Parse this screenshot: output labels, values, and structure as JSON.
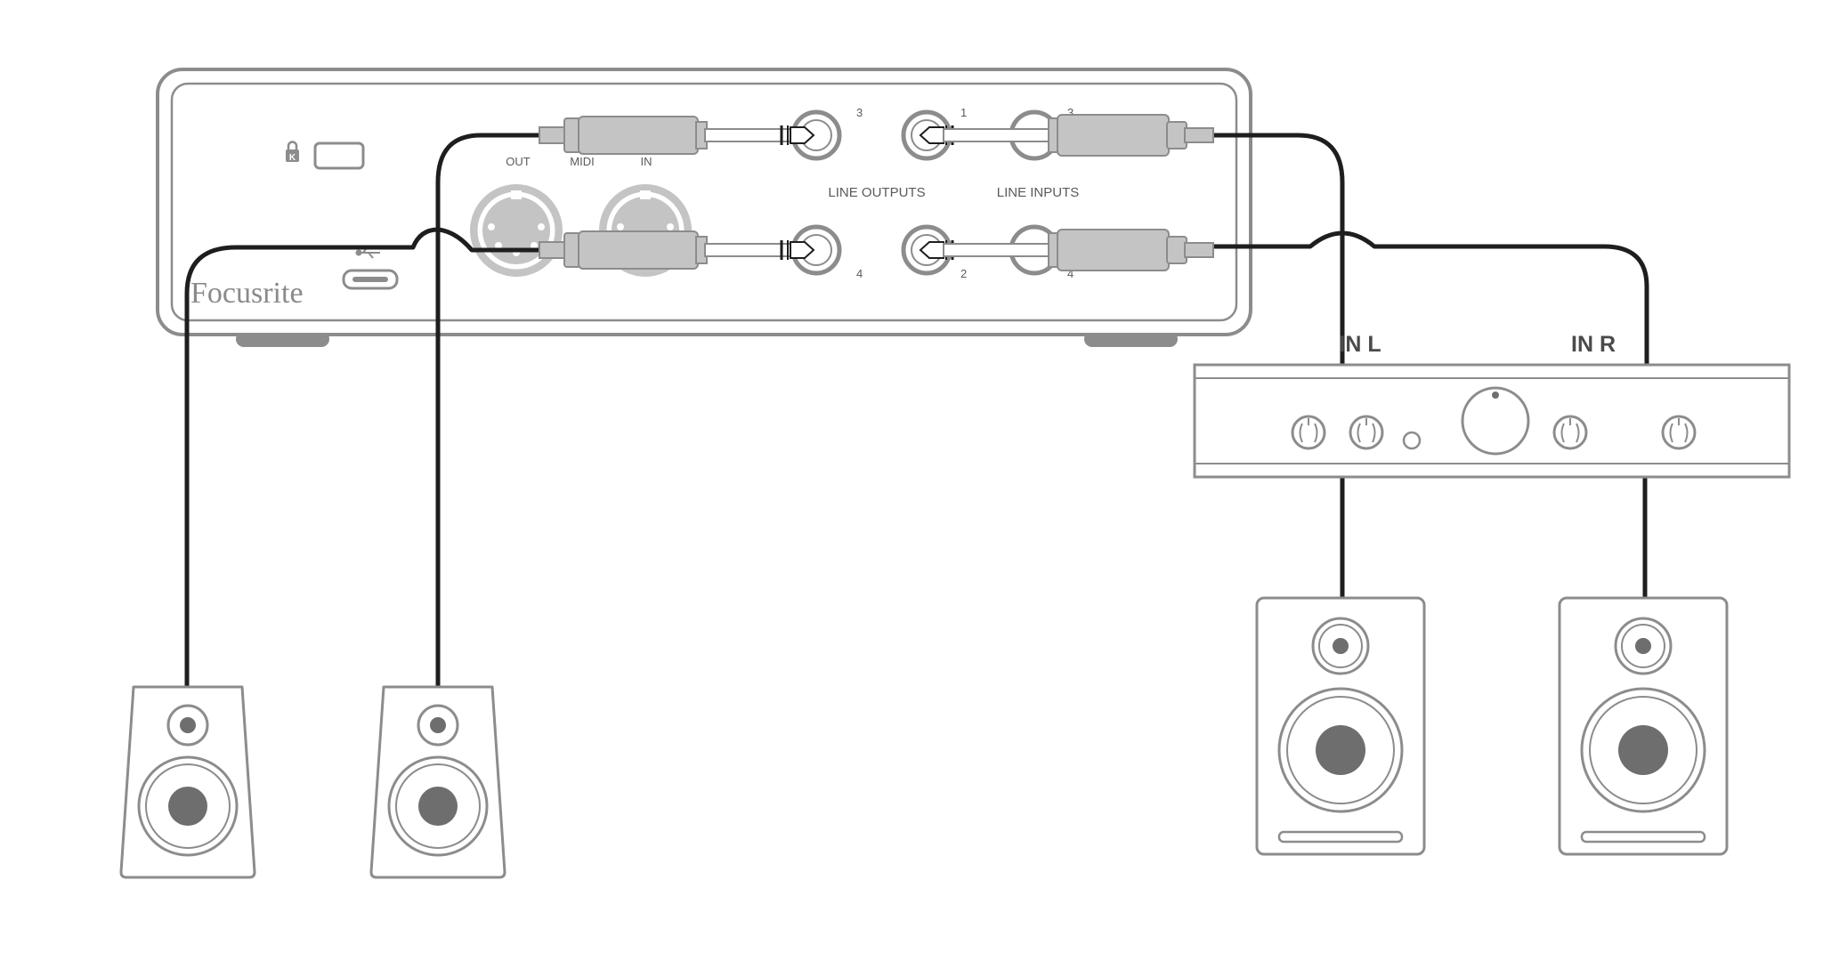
{
  "interface": {
    "brand": "Focusrite",
    "midi_out": "OUT",
    "midi_label": "MIDI",
    "midi_in": "IN",
    "line_outputs_label": "LINE OUTPUTS",
    "line_inputs_label": "LINE INPUTS",
    "jack_numbers": {
      "out_top": "3",
      "out_bottom": "4",
      "in_top_a": "1",
      "in_top_b": "3",
      "in_bottom_a": "2",
      "in_bottom_b": "4"
    }
  },
  "amplifier": {
    "in_left": "IN L",
    "in_right": "IN R"
  },
  "colors": {
    "outline": "#8c8c8c",
    "cable": "#1e1e1e",
    "plug_fill": "#c4c4c4",
    "cone": "#6e6e6e"
  }
}
